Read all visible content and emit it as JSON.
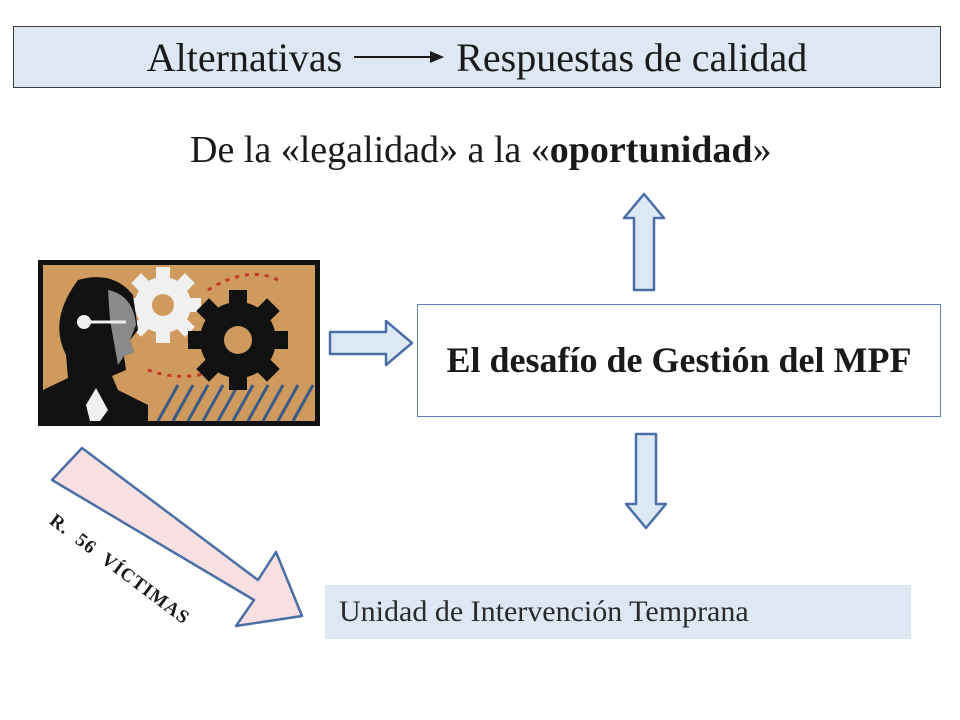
{
  "header": {
    "left_word": "Alternativas",
    "right_phrase": "Respuestas de calidad"
  },
  "subtitle": {
    "part1": "De la «legalidad» a la «",
    "emphasis": "oportunidad",
    "part2": "»"
  },
  "center_box": {
    "text": "El desafío de Gestión del MPF"
  },
  "bottom_box": {
    "text": "Unidad de Intervención Temprana"
  },
  "diagonal_arrow": {
    "label": "R. 56 VÍCTIMAS"
  },
  "illustration": {
    "icon": "person-gears-icon"
  },
  "colors": {
    "box_fill": "#dde8f4",
    "arrow_fill": "#dce9f5",
    "arrow_stroke": "#4a6fa5",
    "diagonal_arrow_fill": "#f7dfe2",
    "illustration_bg": "#cf9a5e"
  }
}
